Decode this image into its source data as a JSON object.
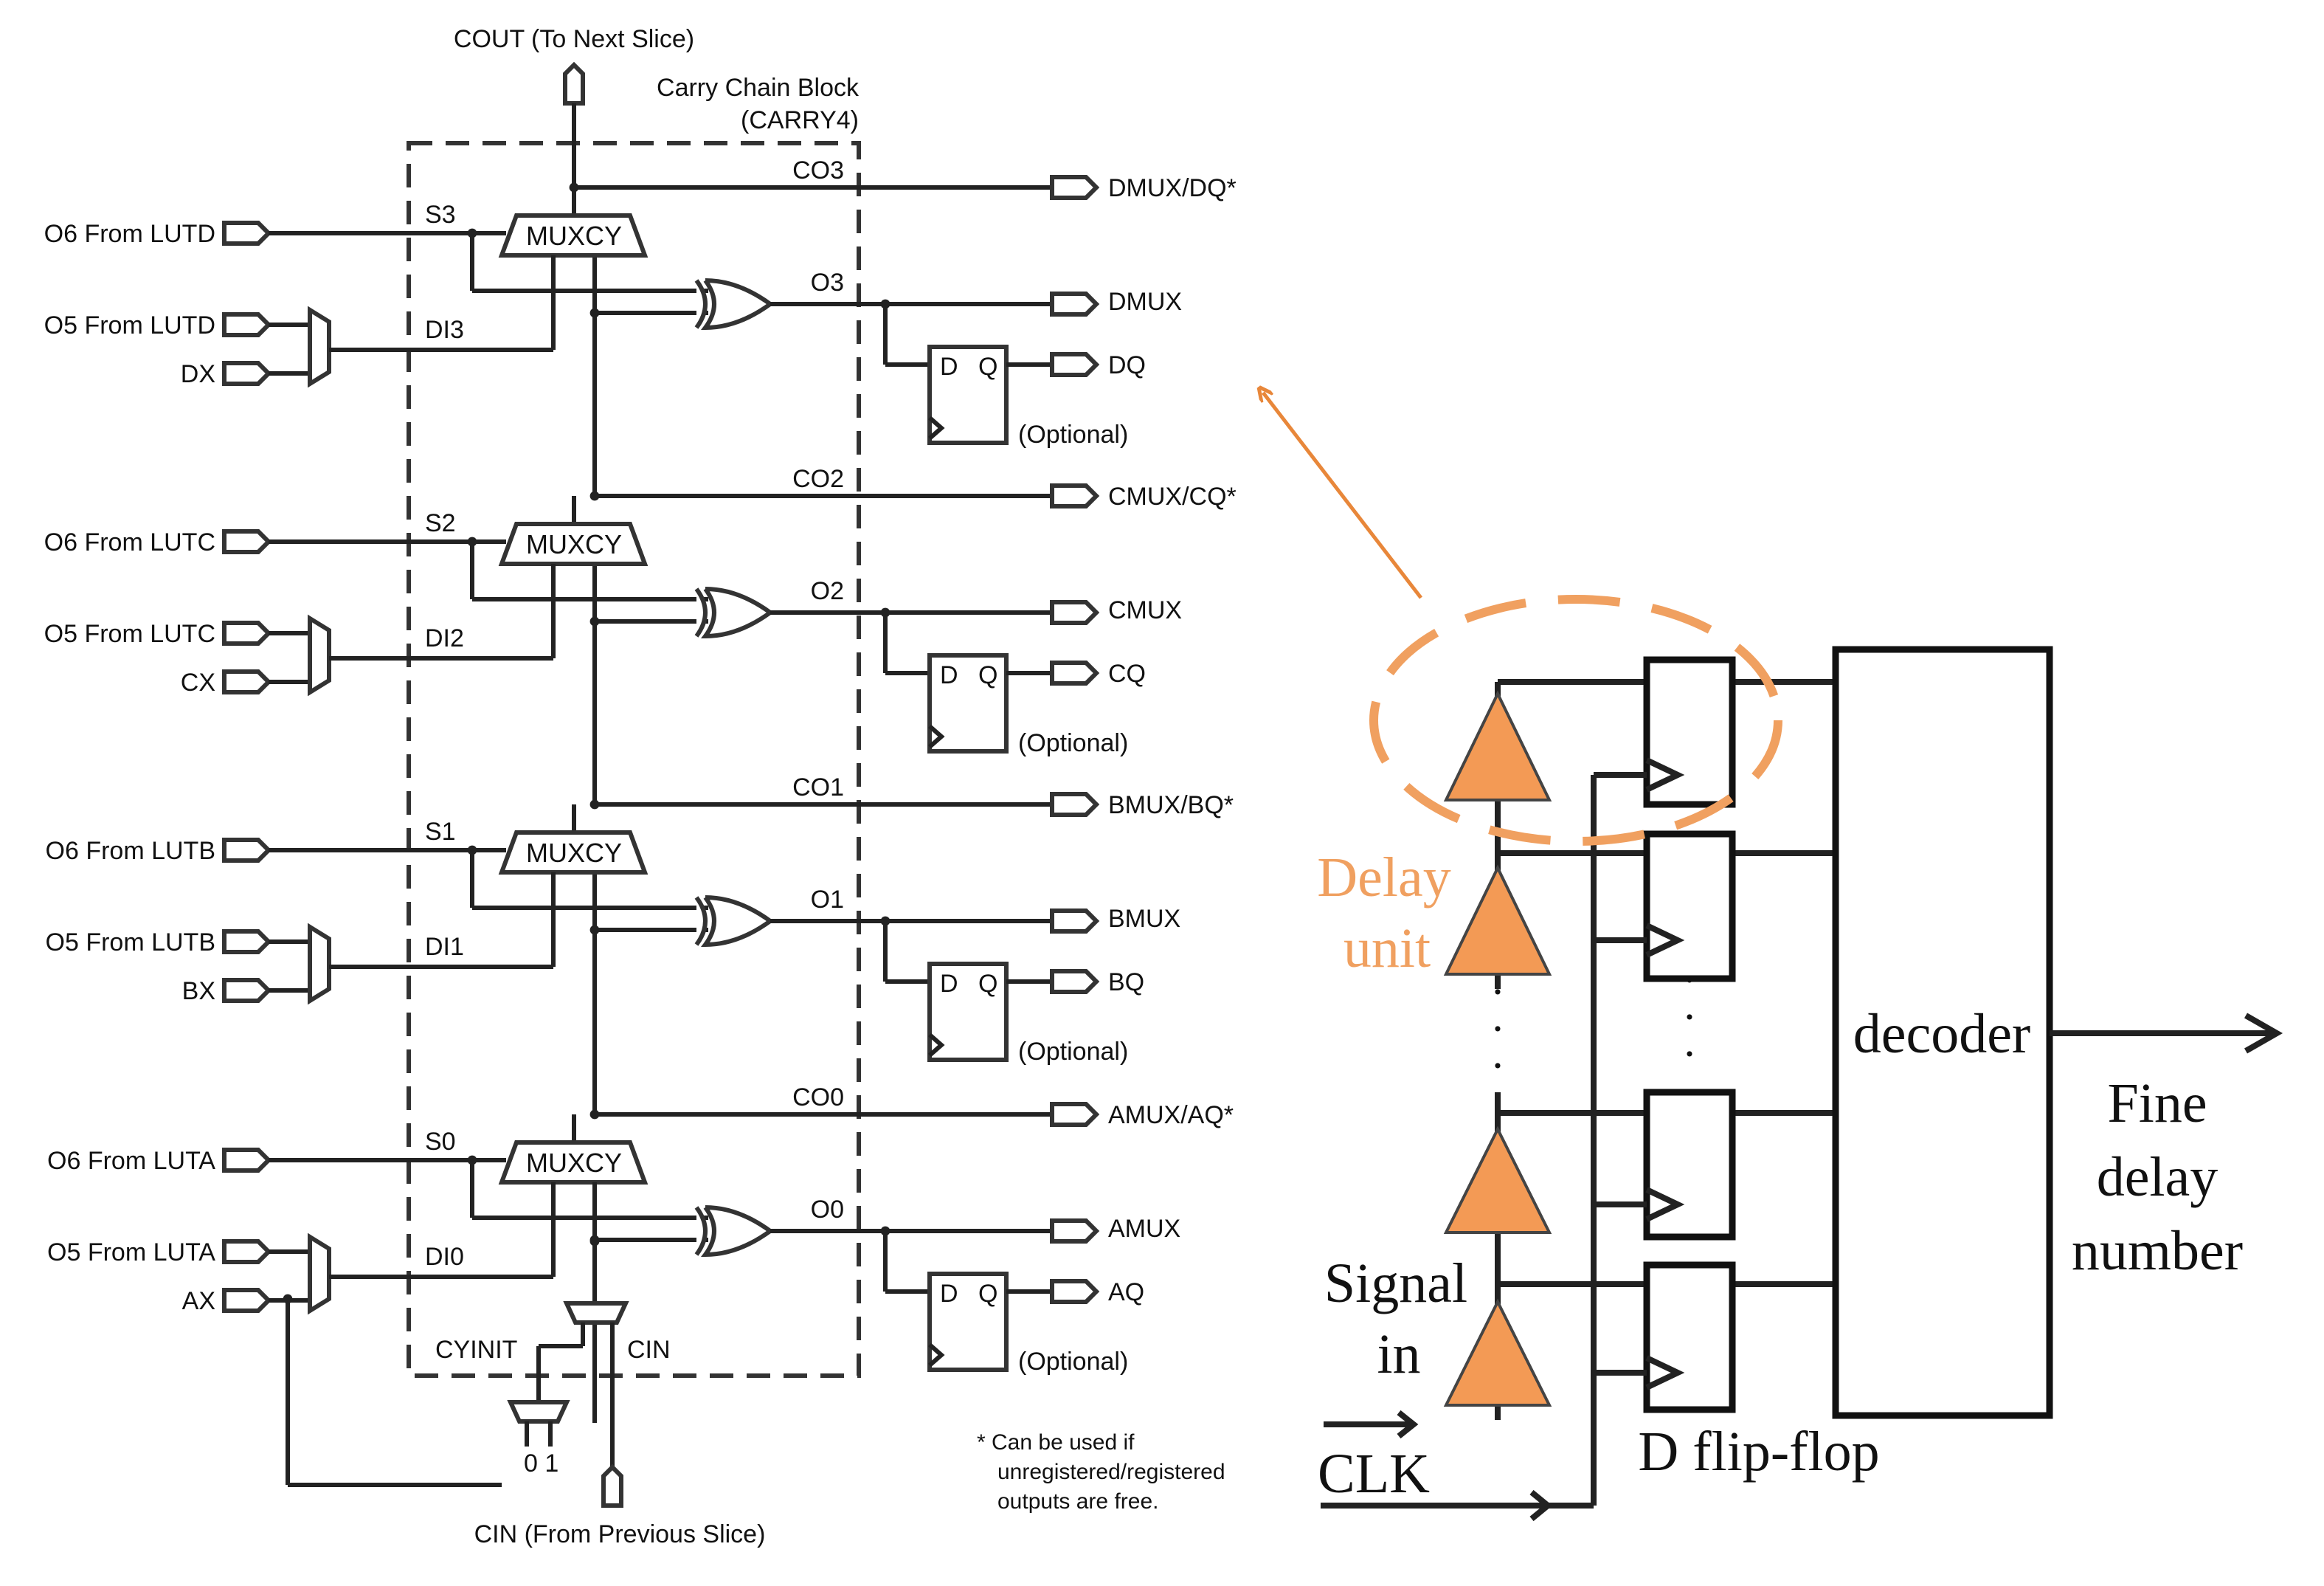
{
  "carry_chain": {
    "cout_label": "COUT (To Next Slice)",
    "block_title_1": "Carry Chain Block",
    "block_title_2": "(CARRY4)",
    "cin_label": "CIN (From Previous Slice)",
    "cyinit_label": "CYINIT",
    "cin_inner_label": "CIN",
    "mux01_label": "0 1",
    "stages": [
      {
        "o6": "O6 From LUTD",
        "o5": "O5 From LUTD",
        "x": "DX",
        "s": "S3",
        "di": "DI3",
        "mux": "MUXCY",
        "co": "CO3",
        "o": "O3",
        "out_co": "DMUX/DQ*",
        "out_mux": "DMUX",
        "out_q": "DQ",
        "ff_d": "D",
        "ff_q": "Q",
        "optional": "(Optional)"
      },
      {
        "o6": "O6 From LUTC",
        "o5": "O5 From LUTC",
        "x": "CX",
        "s": "S2",
        "di": "DI2",
        "mux": "MUXCY",
        "co": "CO2",
        "o": "O2",
        "out_co": "CMUX/CQ*",
        "out_mux": "CMUX",
        "out_q": "CQ",
        "ff_d": "D",
        "ff_q": "Q",
        "optional": "(Optional)"
      },
      {
        "o6": "O6 From LUTB",
        "o5": "O5 From LUTB",
        "x": "BX",
        "s": "S1",
        "di": "DI1",
        "mux": "MUXCY",
        "co": "CO1",
        "o": "O1",
        "out_co": "BMUX/BQ*",
        "out_mux": "BMUX",
        "out_q": "BQ",
        "ff_d": "D",
        "ff_q": "Q",
        "optional": "(Optional)"
      },
      {
        "o6": "O6 From LUTA",
        "o5": "O5 From LUTA",
        "x": "AX",
        "s": "S0",
        "di": "DI0",
        "mux": "MUXCY",
        "co": "CO0",
        "o": "O0",
        "out_co": "AMUX/AQ*",
        "out_mux": "AMUX",
        "out_q": "AQ",
        "ff_d": "D",
        "ff_q": "Q",
        "optional": "(Optional)"
      }
    ],
    "footnote": [
      "* Can be used if",
      "unregistered/registered",
      "outputs are free."
    ]
  },
  "tdl": {
    "delay_unit": [
      "Delay",
      "unit"
    ],
    "signal_in": [
      "Signal",
      "in"
    ],
    "clk": "CLK",
    "dff": "D flip-flop",
    "decoder": "decoder",
    "fine_delay": [
      "Fine",
      "delay",
      "number"
    ],
    "ellipsis": "·"
  },
  "colors": {
    "accent": "#f39a55",
    "highlight_dash": "#f0a060",
    "label_orange": "#f0a060",
    "arrow": "#e8873a",
    "line": "#222222"
  }
}
